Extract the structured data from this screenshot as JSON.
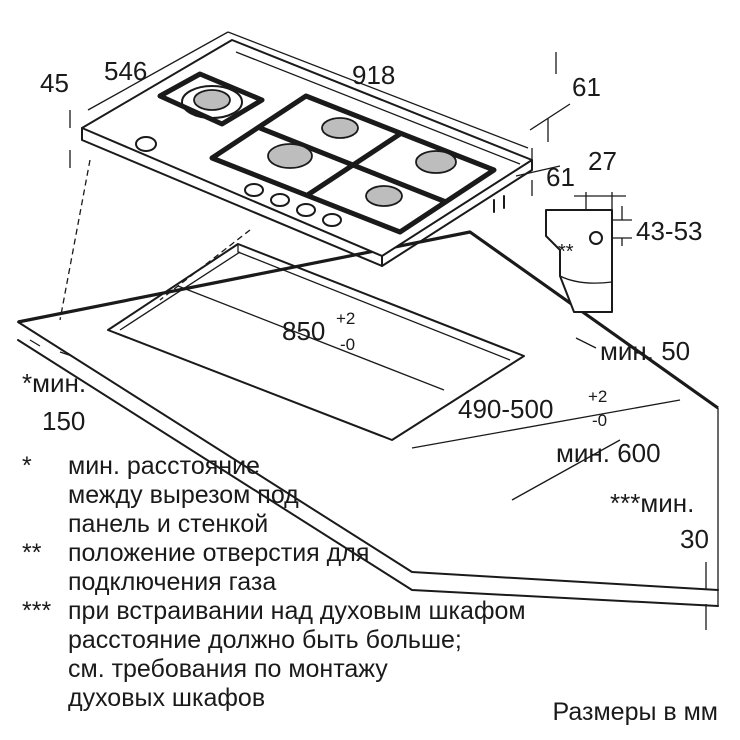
{
  "dimensions": {
    "total_width": "918",
    "left_part_width": "546",
    "front_height": "45",
    "depth_right": "61",
    "depth_front": "61",
    "bracket_width": "27",
    "bracket_height": "43-53",
    "cutout_width": "850",
    "cutout_width_tol_plus": "+2",
    "cutout_width_tol_minus": "-0",
    "cutout_depth": "490-500",
    "cutout_depth_tol_plus": "+2",
    "cutout_depth_tol_minus": "-0",
    "min_50": "мин. 50",
    "min_600": "мин. 600",
    "min_150_prefix": "*мин.",
    "min_150_value": "150",
    "min_30_prefix": "***мин.",
    "min_30_value": "30",
    "gas_marker": "**"
  },
  "notes": [
    {
      "marker": "*",
      "lines": [
        "мин. расстояние",
        "между вырезом под",
        "панель и стенкой"
      ]
    },
    {
      "marker": "**",
      "lines": [
        "положение отверстия для",
        "подключения газа"
      ]
    },
    {
      "marker": "***",
      "lines": [
        "при встраивании над духовым шкафом",
        "расстояние должно быть больше;",
        "см. требования по монтажу",
        "духовых шкафов"
      ]
    }
  ],
  "units_note": "Размеры в мм"
}
